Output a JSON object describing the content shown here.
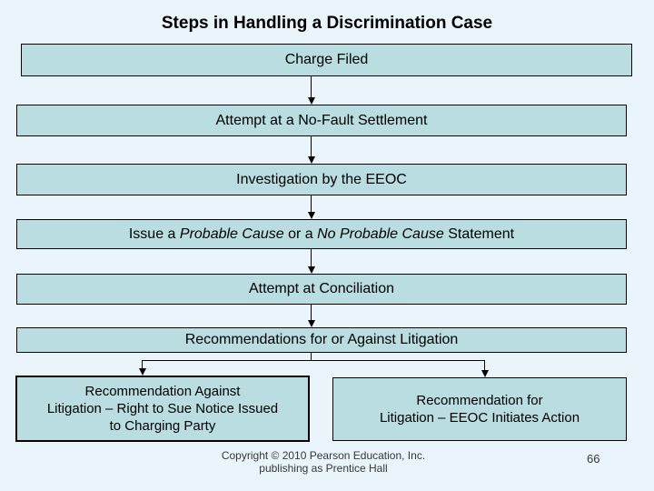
{
  "colors": {
    "background": "#e9f4fb",
    "box_fill": "#b9dde1",
    "box_border": "#000000",
    "text": "#000000",
    "footer_text": "#383838"
  },
  "slide": {
    "title": "Steps in Handling a Discrimination Case",
    "page_number": "66",
    "footer": {
      "line1": "Copyright © 2010 Pearson Education, Inc.",
      "line2": "publishing as Prentice Hall"
    }
  },
  "flowchart": {
    "steps": [
      {
        "label": "Charge Filed"
      },
      {
        "label": "Attempt at a No-Fault Settlement"
      },
      {
        "label": "Investigation by the EEOC"
      },
      {
        "segments": [
          {
            "t": "Issue a "
          },
          {
            "t": "Probable Cause",
            "i": true
          },
          {
            "t": " or a "
          },
          {
            "t": "No Probable Cause",
            "i": true
          },
          {
            "t": " Statement"
          }
        ]
      },
      {
        "label": "Attempt at Conciliation"
      },
      {
        "label": "Recommendations for or Against Litigation"
      }
    ],
    "outcomes": [
      {
        "lines": [
          "Recommendation Against",
          "Litigation – Right to Sue Notice Issued",
          "to Charging Party"
        ]
      },
      {
        "lines": [
          "Recommendation for",
          "Litigation – EEOC Initiates Action"
        ]
      }
    ]
  }
}
